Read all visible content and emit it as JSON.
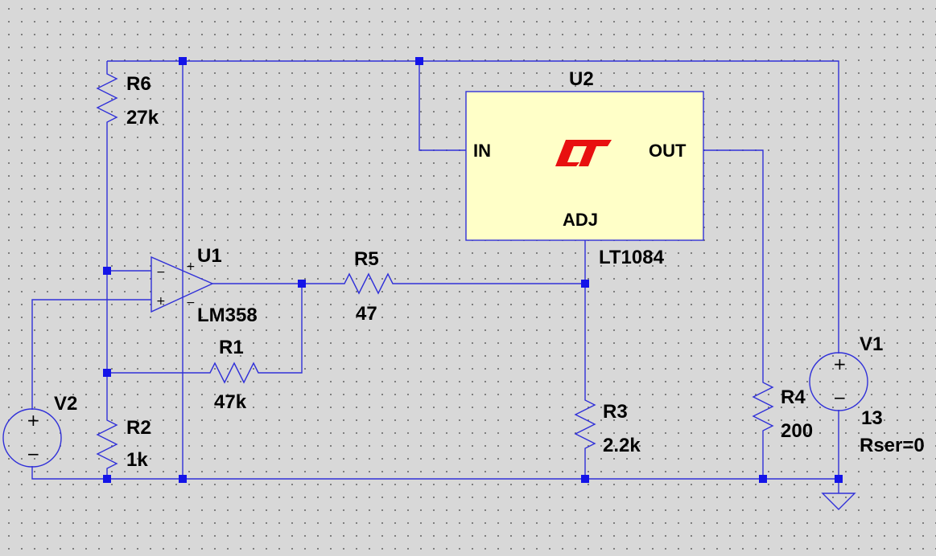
{
  "colors": {
    "background": "#d8d8d8",
    "grid_dot": "#707070",
    "wire": "#3030d8",
    "junction": "#1414e8",
    "regulator_fill": "#ffffc8",
    "logo": "#e81010"
  },
  "components": {
    "r6": {
      "ref": "R6",
      "value": "27k"
    },
    "r2": {
      "ref": "R2",
      "value": "1k"
    },
    "r1": {
      "ref": "R1",
      "value": "47k"
    },
    "r5": {
      "ref": "R5",
      "value": "47"
    },
    "r3": {
      "ref": "R3",
      "value": "2.2k"
    },
    "r4": {
      "ref": "R4",
      "value": "200"
    },
    "u1": {
      "ref": "U1",
      "part": "LM358",
      "plus_sign": "+",
      "minus_sign": "−"
    },
    "u2": {
      "ref": "U2",
      "part": "LT1084",
      "pin_in": "IN",
      "pin_out": "OUT",
      "pin_adj": "ADJ",
      "logo": "lt-logo-icon"
    },
    "v1": {
      "ref": "V1",
      "value": "13",
      "rser": "Rser=0"
    },
    "v2": {
      "ref": "V2"
    }
  }
}
